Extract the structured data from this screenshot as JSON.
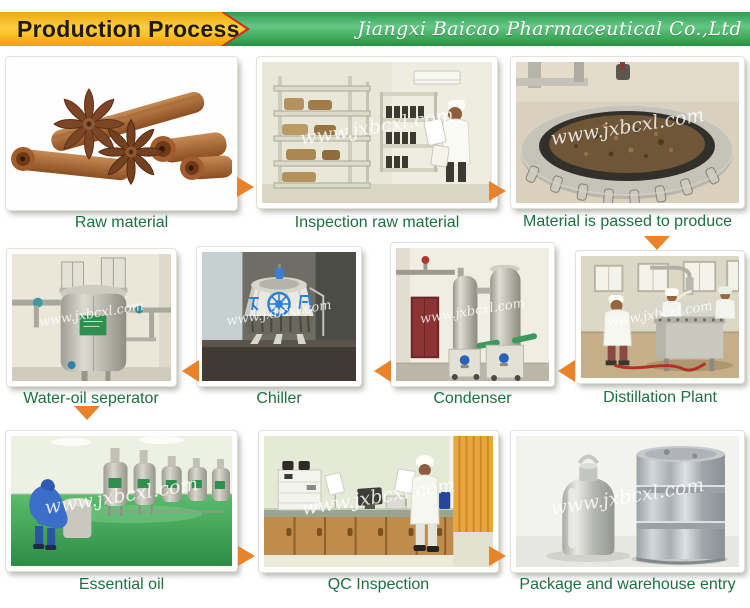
{
  "header": {
    "title": "Production Process",
    "company": "Jiangxi Baicao Pharmaceutical Co.,Ltd"
  },
  "watermark": "www.jxbcxl.com",
  "colors": {
    "arrow_orange": "#e8832c",
    "label_green": "#1d6f42",
    "banner_yellow": "#fcce3e",
    "banner_green": "#3fae63",
    "chevron_red": "#d42a1e"
  },
  "steps": [
    {
      "id": "raw-material",
      "label": "Raw material"
    },
    {
      "id": "inspection-raw-material",
      "label": "Inspection raw material"
    },
    {
      "id": "material-passed",
      "label": "Material is passed to produce"
    },
    {
      "id": "water-oil-seperator",
      "label": "Water-oil seperator"
    },
    {
      "id": "chiller",
      "label": "Chiller"
    },
    {
      "id": "condenser",
      "label": "Condenser"
    },
    {
      "id": "distillation-plant",
      "label": "Distillation Plant"
    },
    {
      "id": "essential-oil",
      "label": "Essential oil"
    },
    {
      "id": "qc-inspection",
      "label": "QC Inspection"
    },
    {
      "id": "package-warehouse",
      "label": "Package and warehouse entry"
    }
  ]
}
